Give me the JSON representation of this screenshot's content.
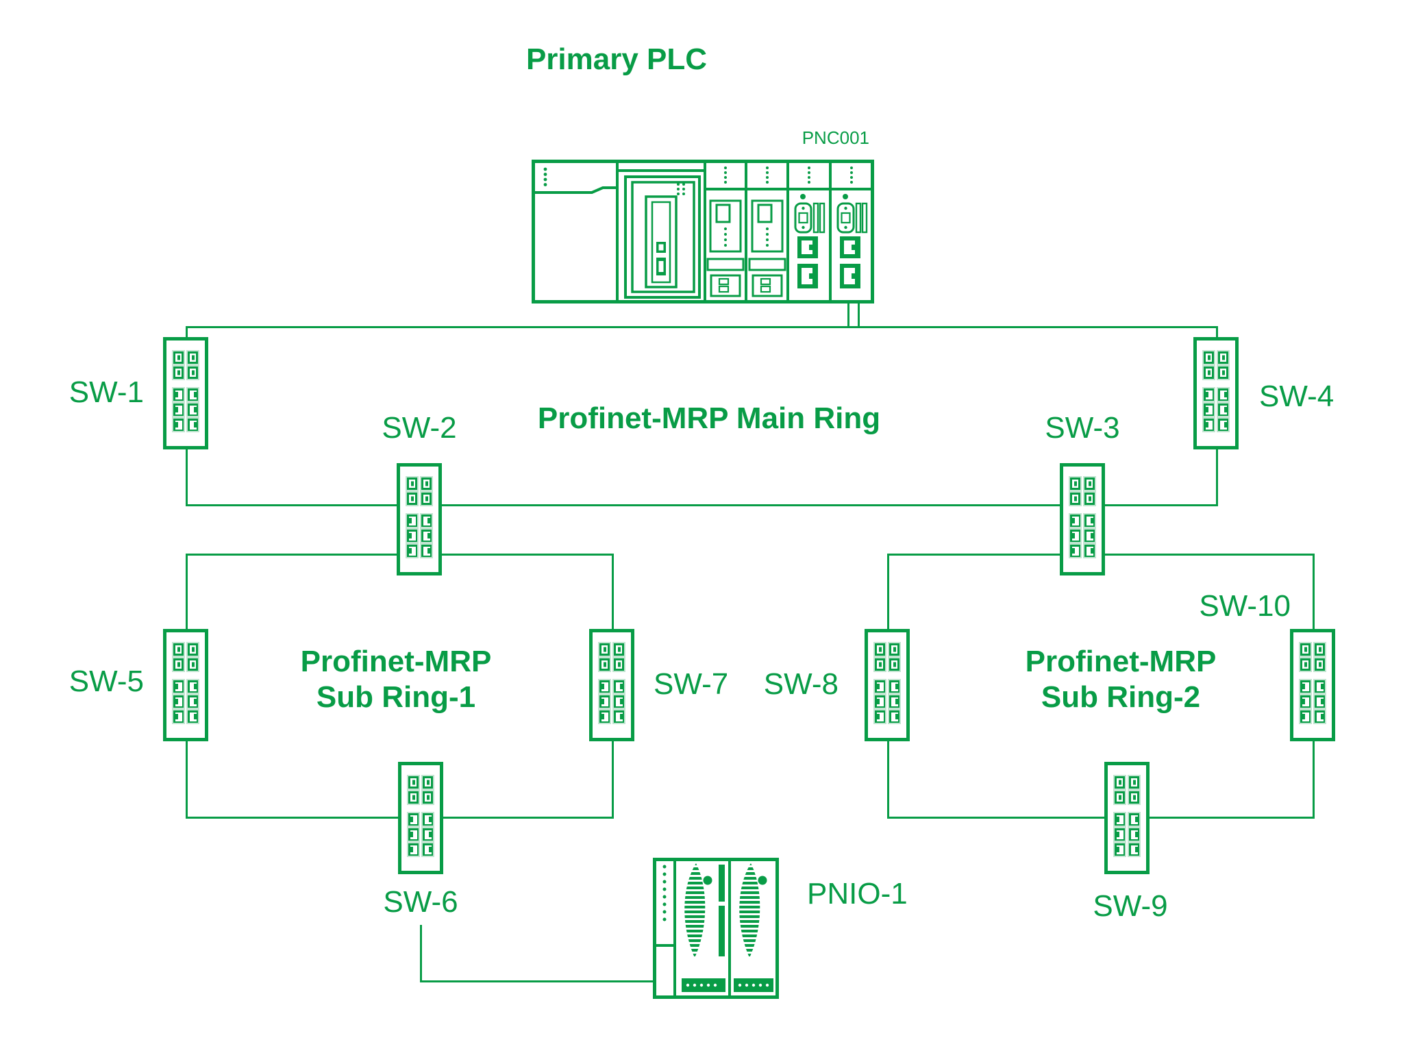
{
  "title": "Primary PLC",
  "plc": {
    "label": "PNC001"
  },
  "main_ring": {
    "label": "Profinet-MRP Main Ring"
  },
  "sub_ring_1": {
    "line1": "Profinet-MRP",
    "line2": "Sub Ring-1"
  },
  "sub_ring_2": {
    "line1": "Profinet-MRP",
    "line2": "Sub Ring-2"
  },
  "io_device": {
    "label": "PNIO-1"
  },
  "switches": [
    {
      "label": "SW-1"
    },
    {
      "label": "SW-2"
    },
    {
      "label": "SW-3"
    },
    {
      "label": "SW-4"
    },
    {
      "label": "SW-5"
    },
    {
      "label": "SW-6"
    },
    {
      "label": "SW-7"
    },
    {
      "label": "SW-8"
    },
    {
      "label": "SW-9"
    },
    {
      "label": "SW-10"
    }
  ],
  "colors": {
    "accent": "#089c46",
    "port_halo": "#c2e5d1"
  }
}
